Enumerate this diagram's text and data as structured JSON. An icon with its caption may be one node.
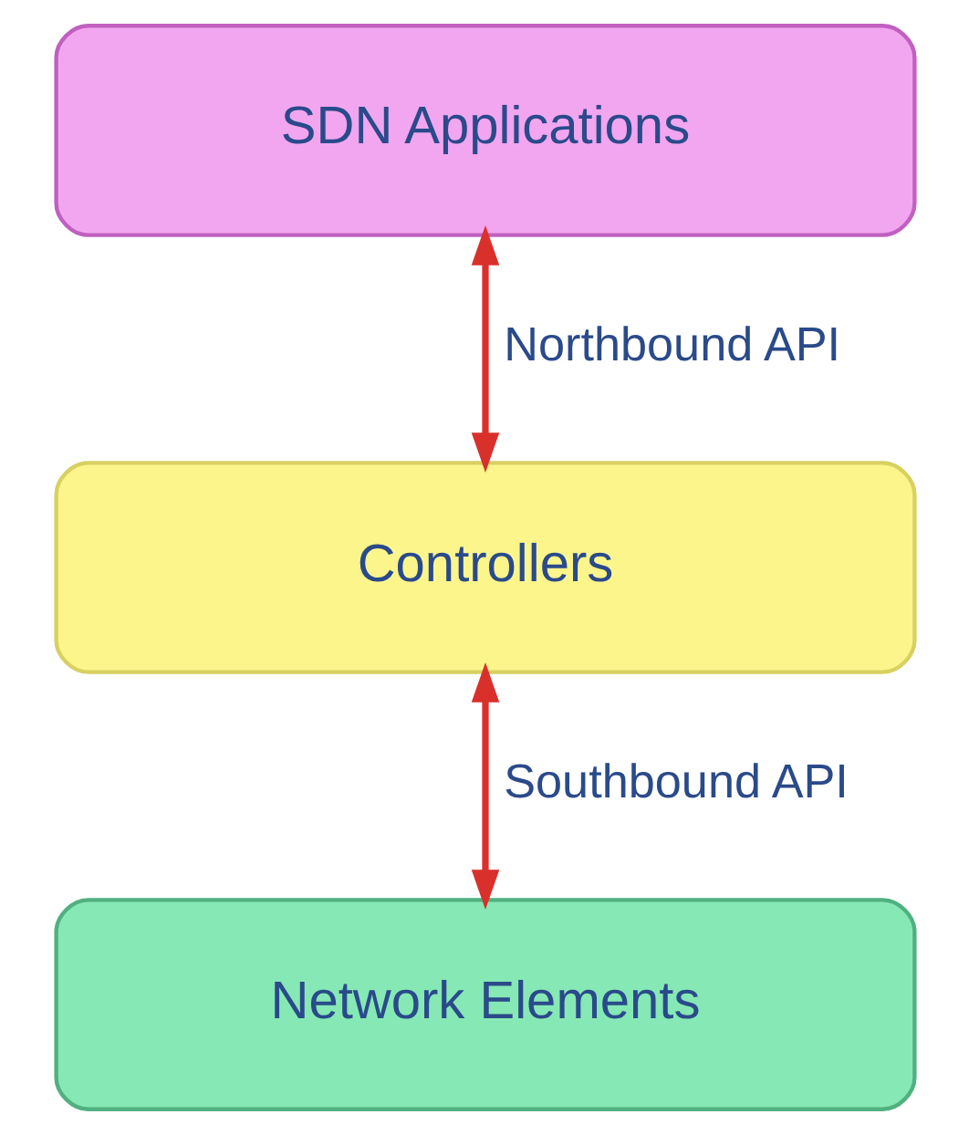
{
  "diagram": {
    "nodes": [
      {
        "text": [
          "SDN Applications"
        ]
      },
      {
        "text": [
          "Controllers"
        ]
      },
      {
        "text": [
          "Network Elements"
        ]
      }
    ],
    "edges": [
      {
        "from": 0,
        "to": 1,
        "arrow": "both",
        "label": "Northbound API",
        "color": "#d9302c"
      },
      {
        "from": 1,
        "to": 2,
        "arrow": "both",
        "label": "Southbound API",
        "color": "#d9302c"
      }
    ]
  }
}
